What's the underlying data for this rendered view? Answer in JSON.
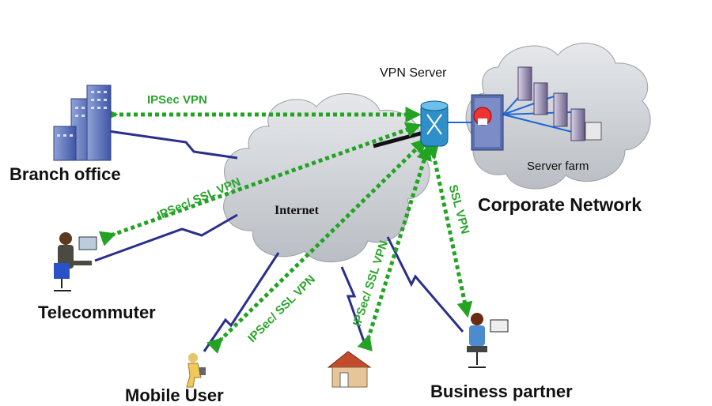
{
  "nodes": {
    "vpn_server": "VPN Server",
    "server_farm": "Server farm",
    "corporate_network": "Corporate Network",
    "internet": "Internet",
    "branch_office": "Branch office",
    "telecommuter": "Telecommuter",
    "mobile_user": "Mobile User",
    "business_partner": "Business partner"
  },
  "links": {
    "branch": "IPSec VPN",
    "telecommuter": "IPSec/ SSL VPN",
    "mobile": "IPSec/ SSL VPN",
    "home": "IPSec/ SSL VPN",
    "partner": "SSL VPN"
  },
  "colors": {
    "tunnel": "#22a322",
    "wan_link": "#2b2f8c",
    "cloud": "#c9cdd2",
    "lan": "#1e66d8"
  }
}
